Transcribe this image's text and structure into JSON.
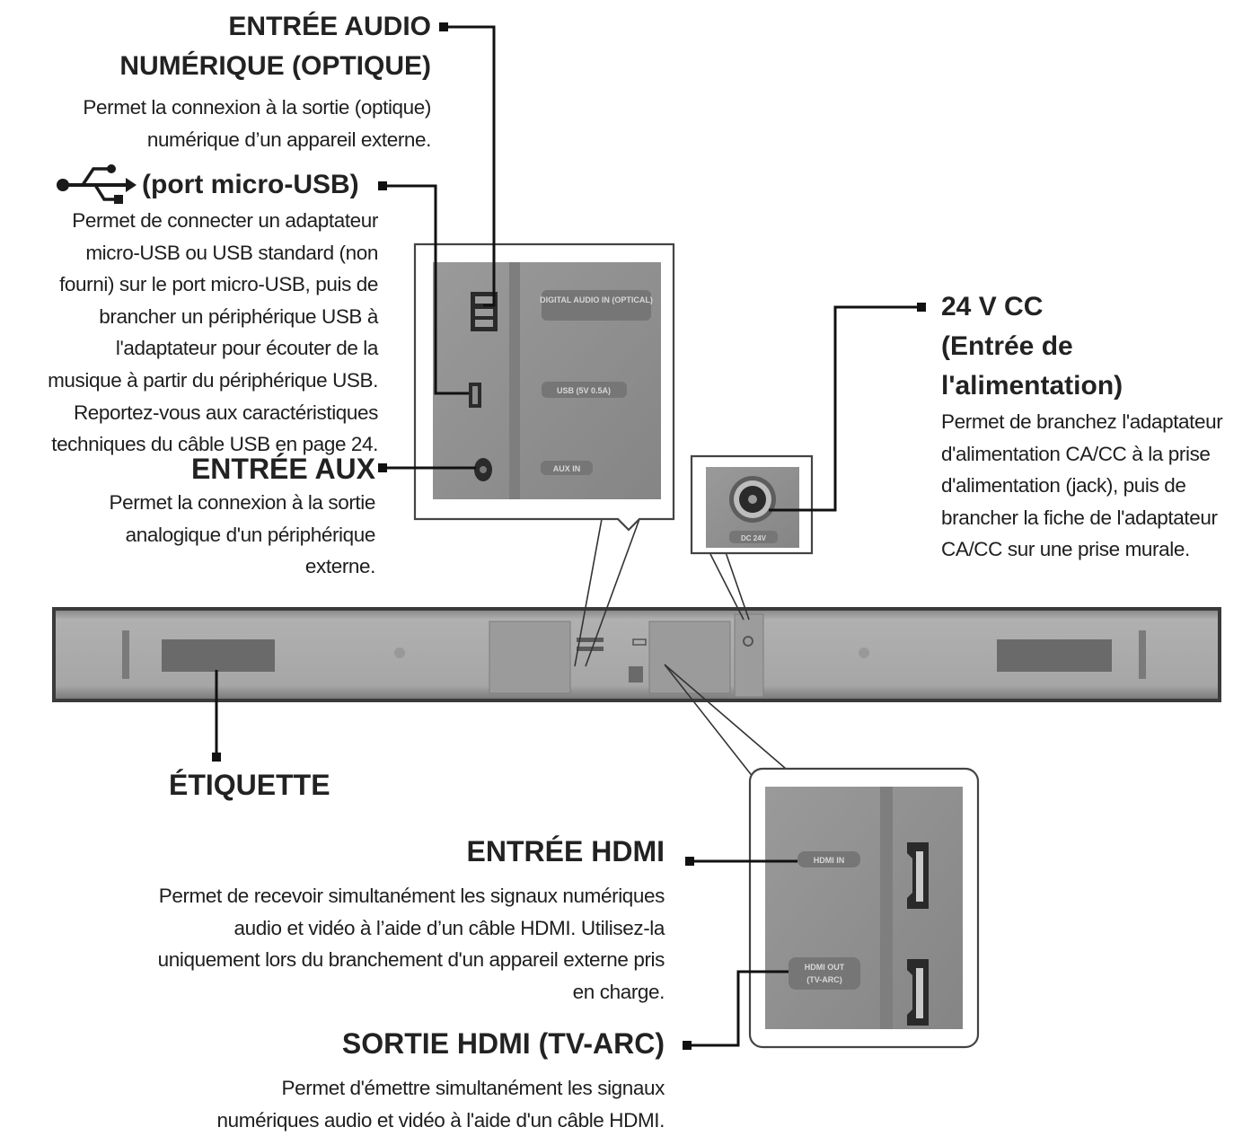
{
  "labels": {
    "digital_audio_in": {
      "title_line1": "ENTRÉE AUDIO",
      "title_line2": "NUMÉRIQUE (OPTIQUE)",
      "desc_line1": "Permet la connexion à la sortie (optique)",
      "desc_line2": "numérique d’un appareil externe."
    },
    "micro_usb": {
      "title": "(port micro-USB)",
      "desc_lines": [
        "Permet de connecter un adaptateur",
        "micro-USB ou USB standard (non",
        "fourni) sur le port micro-USB, puis de",
        "brancher un périphérique USB à",
        "l'adaptateur pour écouter de la",
        "musique à partir du périphérique USB.",
        "Reportez-vous aux caractéristiques",
        "techniques du câble USB en page 24."
      ]
    },
    "aux_in": {
      "title": "ENTRÉE AUX",
      "desc_lines": [
        "Permet la connexion à la sortie",
        "analogique d'un périphérique",
        "externe."
      ]
    },
    "power": {
      "title_line1": "24 V CC",
      "title_line2": "(Entrée de",
      "title_line3": "l'alimentation)",
      "desc_lines": [
        "Permet de branchez l'adaptateur",
        "d'alimentation CA/CC à la prise",
        "d'alimentation (jack), puis de",
        "brancher la fiche de l'adaptateur",
        "CA/CC sur une prise murale."
      ]
    },
    "label_etiquette": {
      "title": "ÉTIQUETTE"
    },
    "hdmi_in": {
      "title": "ENTRÉE HDMI",
      "desc_lines": [
        "Permet de recevoir simultanément les signaux numériques",
        "audio et vidéo à l’aide d’un câble HDMI. Utilisez-la",
        "uniquement lors du branchement d'un appareil externe pris",
        "en charge."
      ]
    },
    "hdmi_out": {
      "title": "SORTIE HDMI (TV-ARC)",
      "desc_lines": [
        "Permet d'émettre simultanément les signaux",
        "numériques audio et vidéo à l'aide d'un câble HDMI."
      ]
    }
  },
  "panel_markings": {
    "digital_audio_in": "DIGITAL AUDIO IN (OPTICAL)",
    "usb": "USB (5V 0.5A)",
    "aux_in": "AUX IN",
    "dc": "DC 24V",
    "hdmi_in": "HDMI IN",
    "hdmi_out_line1": "HDMI OUT",
    "hdmi_out_line2": "(TV-ARC)"
  },
  "colors": {
    "panel_grey": "#8e8e8e",
    "panel_dark": "#6f6f6f",
    "bar_grey": "#a3a3a3",
    "leader_line": "#111111",
    "text": "#1e1e1e"
  },
  "icons": [
    "usb-icon",
    "optical-port-icon",
    "micro-usb-port-icon",
    "aux-jack-icon",
    "dc-jack-icon",
    "hdmi-port-icon"
  ]
}
